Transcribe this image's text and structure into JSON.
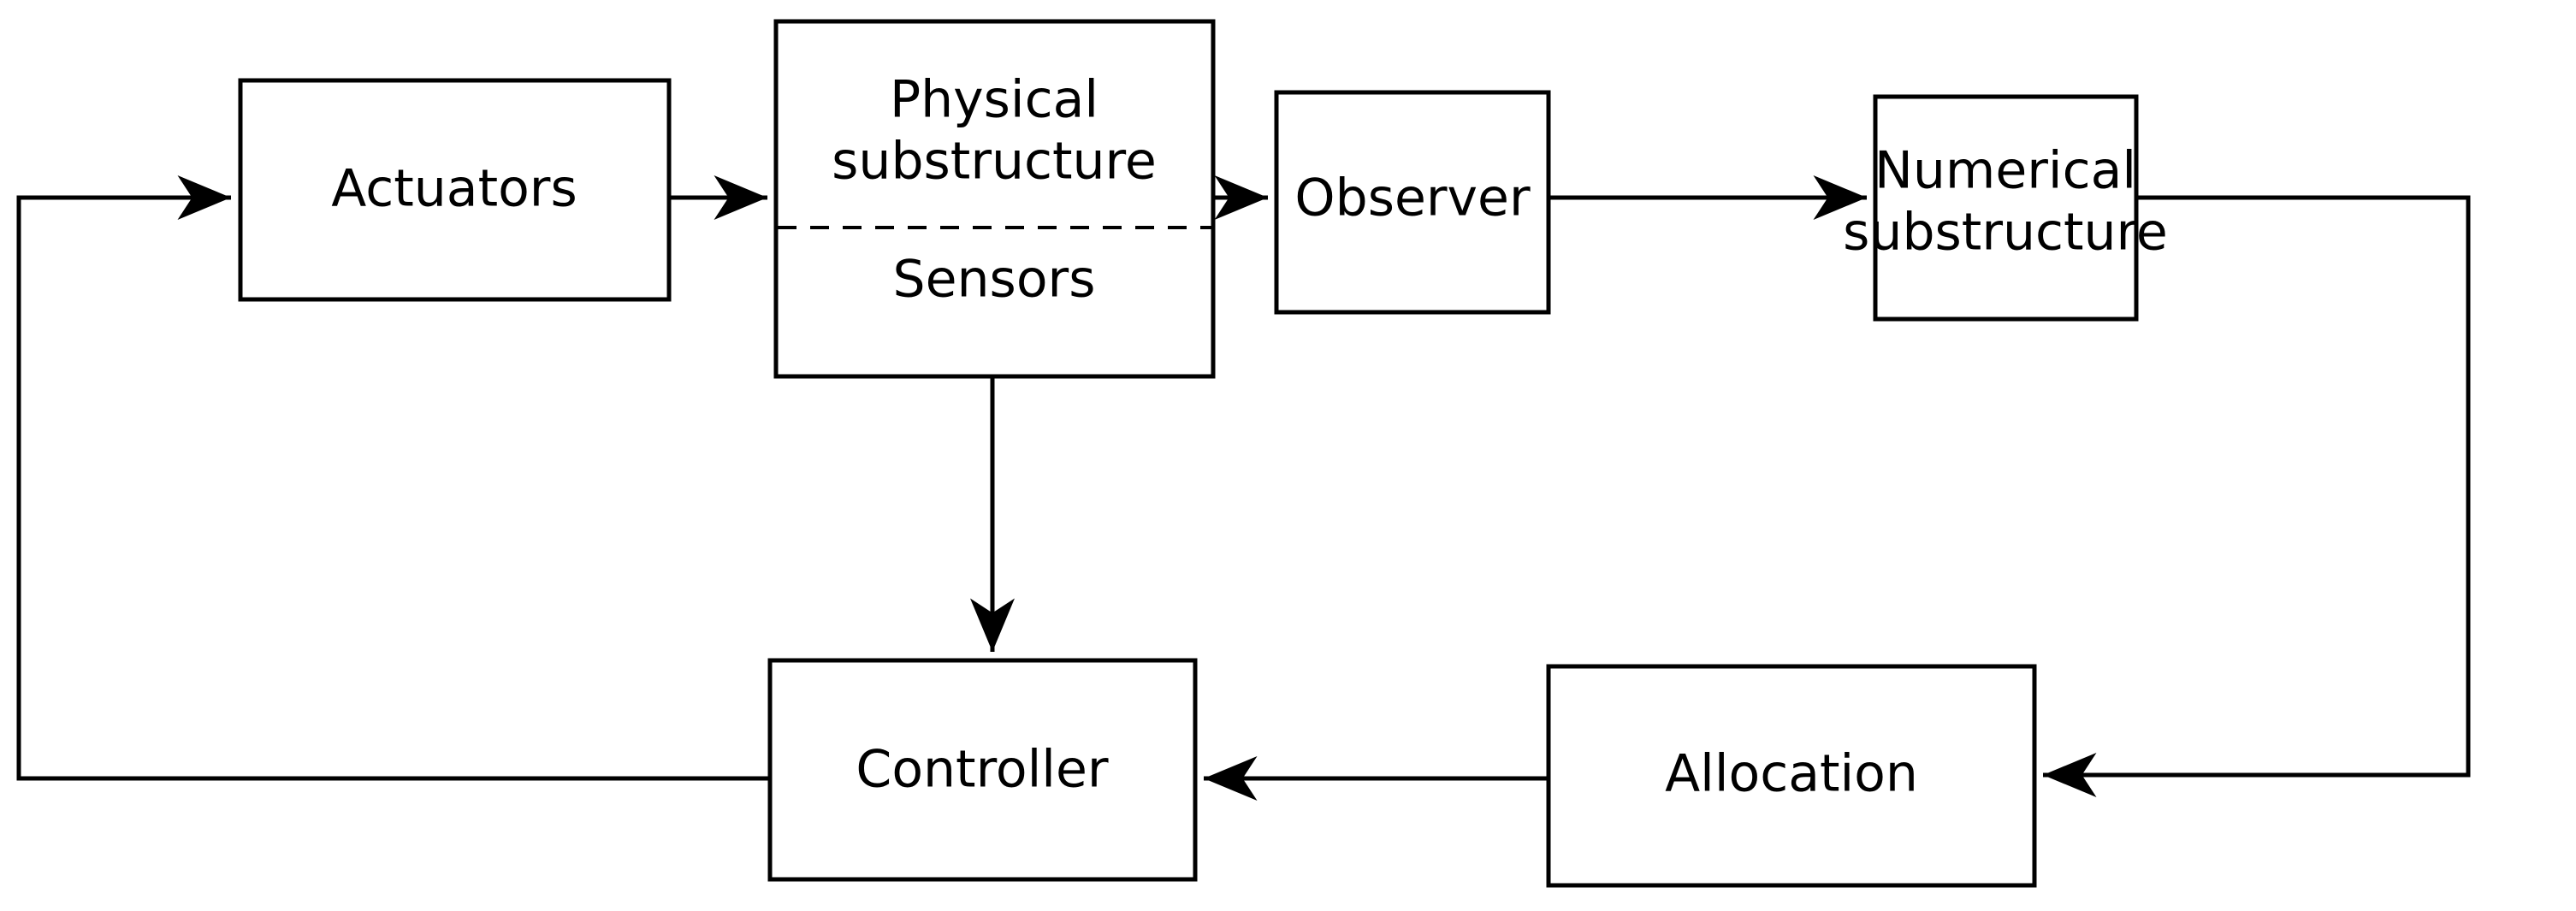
{
  "diagram": {
    "title": "Real-time hybrid simulation control loop block diagram",
    "background_color": "#ffffff",
    "stroke_color": "#000000",
    "nodes": [
      {
        "id": "actuators",
        "label": "Actuators"
      },
      {
        "id": "physical_substructure",
        "label_line1": "Physical",
        "label_line2": "substructure"
      },
      {
        "id": "sensors",
        "label": "Sensors"
      },
      {
        "id": "observer",
        "label": "Observer"
      },
      {
        "id": "numerical_substructure",
        "label_line1": "Numerical",
        "label_line2": "substructure"
      },
      {
        "id": "controller",
        "label": "Controller"
      },
      {
        "id": "allocation",
        "label": "Allocation"
      }
    ],
    "edges": [
      {
        "id": "edge-controller-to-actuators",
        "from": "controller",
        "to": "actuators",
        "arrow": "true"
      },
      {
        "id": "edge-actuators-to-physical",
        "from": "actuators",
        "to": "physical_substructure",
        "arrow": "true"
      },
      {
        "id": "edge-physical-to-observer",
        "from": "physical_substructure",
        "to": "observer",
        "arrow": "true"
      },
      {
        "id": "edge-observer-to-numerical",
        "from": "observer",
        "to": "numerical_substructure",
        "arrow": "true"
      },
      {
        "id": "edge-numerical-to-allocation",
        "from": "numerical_substructure",
        "to": "allocation",
        "arrow": "true"
      },
      {
        "id": "edge-allocation-to-controller",
        "from": "allocation",
        "to": "controller",
        "arrow": "true"
      },
      {
        "id": "edge-sensors-to-controller",
        "from": "sensors",
        "to": "controller",
        "arrow": "true"
      }
    ]
  }
}
